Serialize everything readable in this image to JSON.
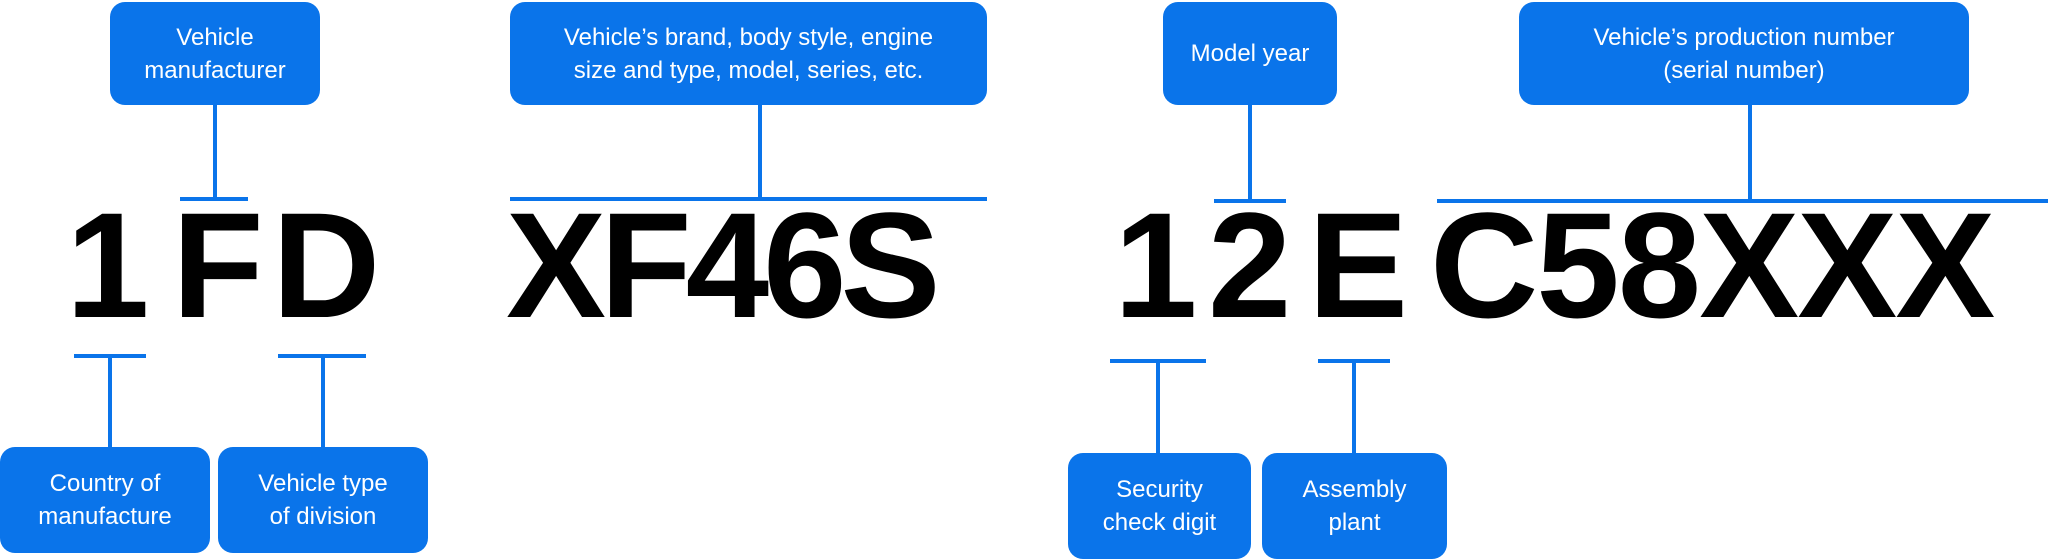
{
  "vin": {
    "group1": [
      "1",
      "F",
      "D"
    ],
    "group2": "XF46S",
    "group3": [
      "1",
      "2",
      "E"
    ],
    "group4": "C58XXX"
  },
  "labels": {
    "manufacturer": [
      "Vehicle",
      "manufacturer"
    ],
    "descriptor": [
      "Vehicle’s brand, body style, engine",
      "size and type, model, series, etc."
    ],
    "model_year": [
      "Model year"
    ],
    "serial": [
      "Vehicle’s production number",
      "(serial number)"
    ],
    "country": [
      "Country of",
      "manufacture"
    ],
    "vehicle_type": [
      "Vehicle type",
      "of division"
    ],
    "check_digit": [
      "Security",
      "check digit"
    ],
    "assembly_plant": [
      "Assembly",
      "plant"
    ]
  },
  "colors": {
    "accent": "#0A74EA",
    "text": "#000000",
    "label_text": "#FFFFFF",
    "background": "#FFFFFF"
  }
}
